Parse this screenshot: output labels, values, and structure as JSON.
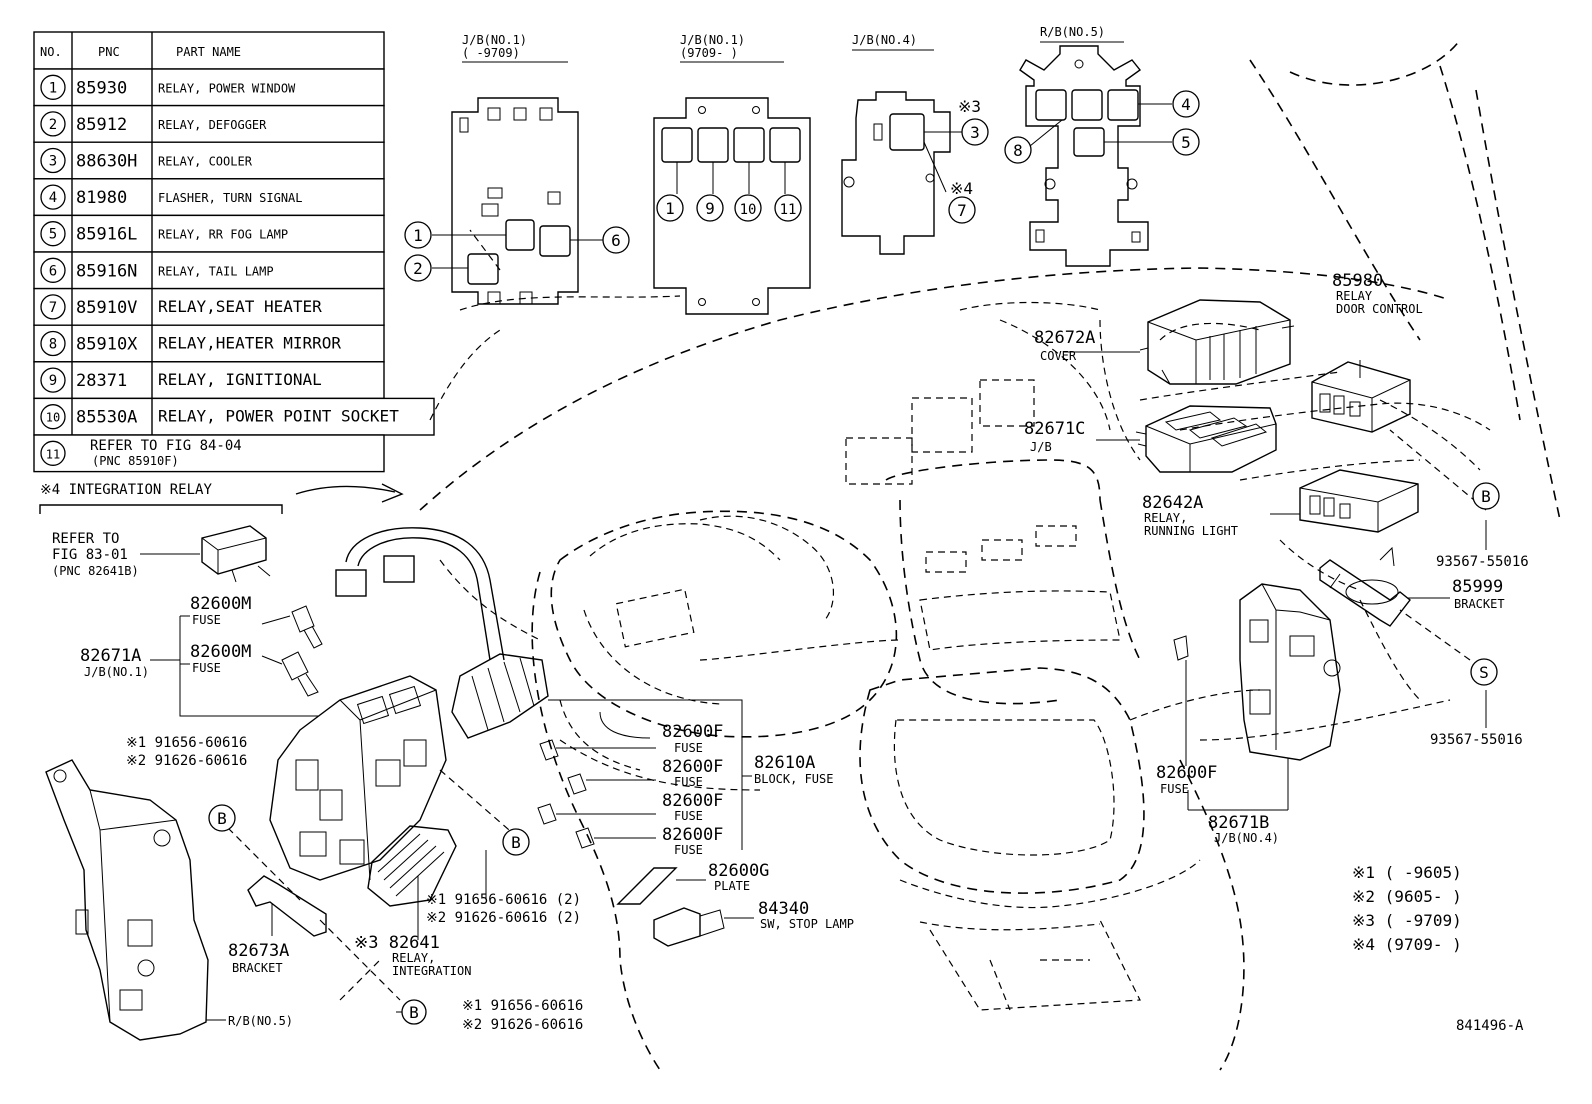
{
  "table": {
    "headers": [
      "NO.",
      "PNC",
      "PART NAME"
    ],
    "rows": [
      {
        "no": "1",
        "pnc": "85930",
        "name": "RELAY, POWER WINDOW"
      },
      {
        "no": "2",
        "pnc": "85912",
        "name": "RELAY, DEFOGGER"
      },
      {
        "no": "3",
        "pnc": "88630H",
        "name": "RELAY, COOLER"
      },
      {
        "no": "4",
        "pnc": "81980",
        "name": "FLASHER, TURN SIGNAL"
      },
      {
        "no": "5",
        "pnc": "85916L",
        "name": "RELAY, RR FOG LAMP"
      },
      {
        "no": "6",
        "pnc": "85916N",
        "name": "RELAY, TAIL LAMP"
      },
      {
        "no": "7",
        "pnc": "85910V",
        "name": "RELAY,SEAT HEATER"
      },
      {
        "no": "8",
        "pnc": "85910X",
        "name": "RELAY,HEATER MIRROR"
      },
      {
        "no": "9",
        "pnc": "28371",
        "name": "RELAY, IGNITIONAL"
      },
      {
        "no": "10",
        "pnc": "85530A",
        "name": "RELAY, POWER POINT SOCKET"
      },
      {
        "no": "11",
        "pnc": "REFER TO FIG 84-04",
        "name": "(PNC 85910F)"
      }
    ]
  },
  "integration_relay": "※4 INTEGRATION RELAY",
  "refer_83": {
    "line1": "REFER TO",
    "line2": "FIG 83-01",
    "line3": "(PNC 82641B)"
  },
  "blocks": {
    "jb1_old": {
      "title": "J/B(NO.1)",
      "range": "(     -9709)"
    },
    "jb1_new": {
      "title": "J/B(NO.1)",
      "range": "(9709-     )"
    },
    "jb4": {
      "title": "J/B(NO.4)"
    },
    "rb5": {
      "title": "R/B(NO.5)"
    }
  },
  "marks": {
    "m3": "※3",
    "m4": "※4"
  },
  "parts": {
    "p82672a": {
      "pnc": "82672A",
      "name": "COVER"
    },
    "p82671c": {
      "pnc": "82671C",
      "name": "J/B"
    },
    "p85980": {
      "pnc": "85980",
      "name1": "RELAY",
      "name2": "DOOR CONTROL"
    },
    "p82642a": {
      "pnc": "82642A",
      "name1": "RELAY,",
      "name2": "RUNNING LIGHT"
    },
    "p93567a": {
      "pnc": "93567-55016"
    },
    "p85999": {
      "pnc": "85999",
      "name": "BRACKET"
    },
    "p93567b": {
      "pnc": "93567-55016"
    },
    "p82600f_r": {
      "pnc": "82600F",
      "name": "FUSE"
    },
    "p82671b": {
      "pnc": "82671B",
      "name": "J/B(NO.4)"
    },
    "p82600m_1": {
      "pnc": "82600M",
      "name": "FUSE"
    },
    "p82600m_2": {
      "pnc": "82600M",
      "name": "FUSE"
    },
    "p82671a": {
      "pnc": "82671A",
      "name": "J/B(NO.1)"
    },
    "bolt_a": {
      "l1": "※1 91656-60616",
      "l2": "※2 91626-60616"
    },
    "p82600f_1": {
      "pnc": "82600F",
      "name": "FUSE"
    },
    "p82600f_2": {
      "pnc": "82600F",
      "name": "FUSE"
    },
    "p82600f_3": {
      "pnc": "82600F",
      "name": "FUSE"
    },
    "p82600f_4": {
      "pnc": "82600F",
      "name": "FUSE"
    },
    "p82610a": {
      "pnc": "82610A",
      "name": "BLOCK, FUSE"
    },
    "p82600g": {
      "pnc": "82600G",
      "name": "PLATE"
    },
    "p84340": {
      "pnc": "84340",
      "name": "SW, STOP LAMP"
    },
    "bolt_b": {
      "l1": "※1 91656-60616 (2)",
      "l2": "※2 91626-60616 (2)"
    },
    "p82641": {
      "pnc": "※3 82641",
      "name1": "RELAY,",
      "name2": "INTEGRATION"
    },
    "p82673a": {
      "pnc": "82673A",
      "name": "BRACKET"
    },
    "rb5_label": "R/B(NO.5)",
    "bolt_c": {
      "l1": "※1 91656-60616",
      "l2": "※2 91626-60616"
    }
  },
  "circle_b": "B",
  "circle_s": "S",
  "notes": [
    "※1 (      -9605)",
    "※2 (9605-      )",
    "※3 (      -9709)",
    "※4 (9709-      )"
  ],
  "figure_code": "841496-A"
}
